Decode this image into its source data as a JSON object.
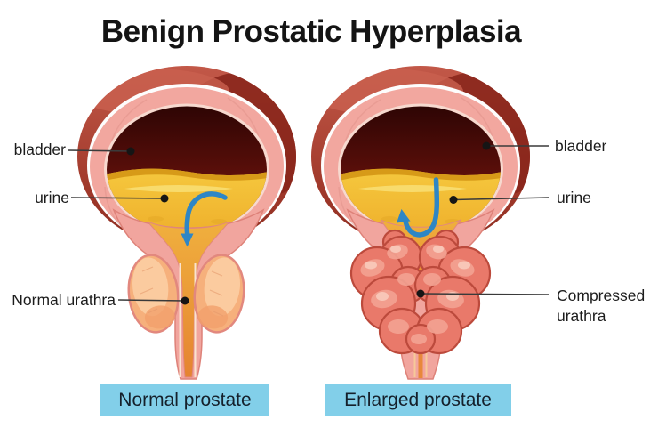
{
  "title": "Benign Prostatic Hyperplasia",
  "palette": {
    "caption_bg": "#82CFE9",
    "caption_text": "#15202B",
    "label_text": "#1C1C1C",
    "leader_line": "#3A3A3A",
    "arrow_blue": "#2E86C5",
    "outer_red": "#A93E2F",
    "wall_pink": "#F2A79F",
    "interior_maroon": "#4A0C08",
    "urine_yellow": "#F2C237",
    "urethra_orange": "#E8883B",
    "prostate_peach": "#F6B07C",
    "enlarged_salmon": "#E9796A"
  },
  "figures": {
    "left": {
      "caption": "Normal prostate",
      "labels": {
        "bladder": "bladder",
        "urine": "urine",
        "urethra": "Normal urathra"
      }
    },
    "right": {
      "caption": "Enlarged prostate",
      "labels": {
        "bladder": "bladder",
        "urine": "urine",
        "urethra": "Compressed urathra"
      }
    }
  }
}
